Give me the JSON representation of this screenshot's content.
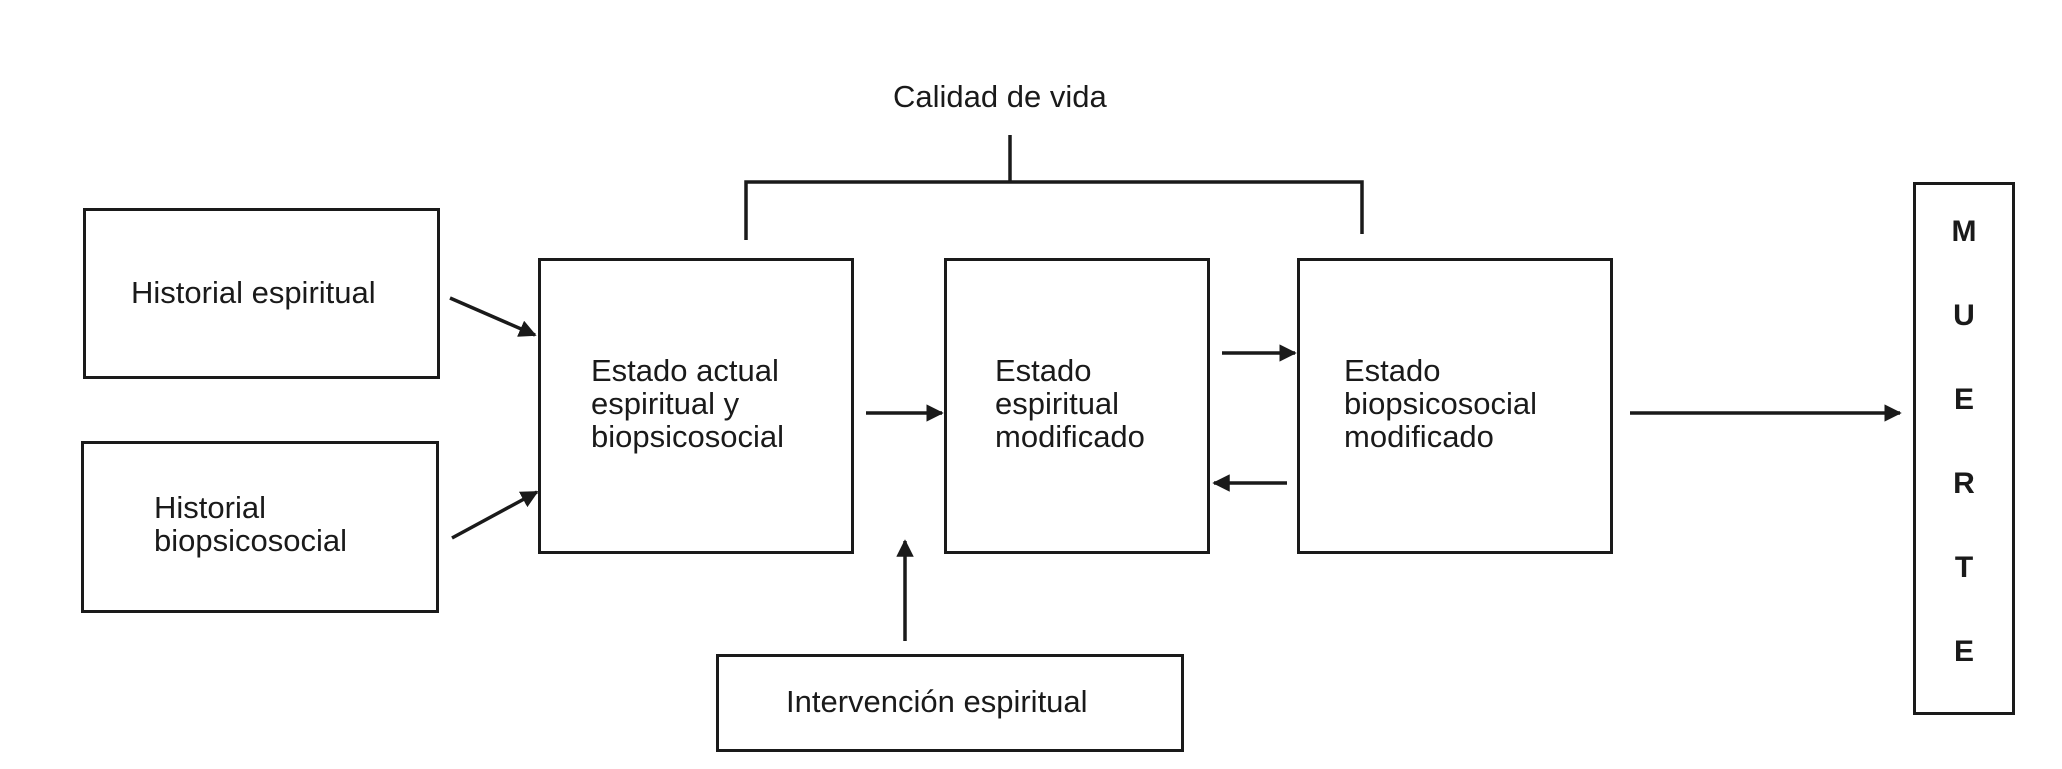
{
  "diagram": {
    "top_label": "Calidad de vida",
    "boxes": {
      "historial_espiritual": "Historial espiritual",
      "historial_biopsicosocial": "Historial\nbiopsicosocial",
      "estado_actual": "Estado actual\nespiritual y\nbiopsicosocial",
      "estado_espiritual_modificado": "Estado\nespiritual\nmodificado",
      "estado_biopsicosocial_modificado": "Estado\nbiopsicosocial\nmodificado",
      "intervencion": "Intervención espiritual"
    },
    "muerte_letters": [
      "M",
      "U",
      "E",
      "R",
      "T",
      "E"
    ]
  }
}
